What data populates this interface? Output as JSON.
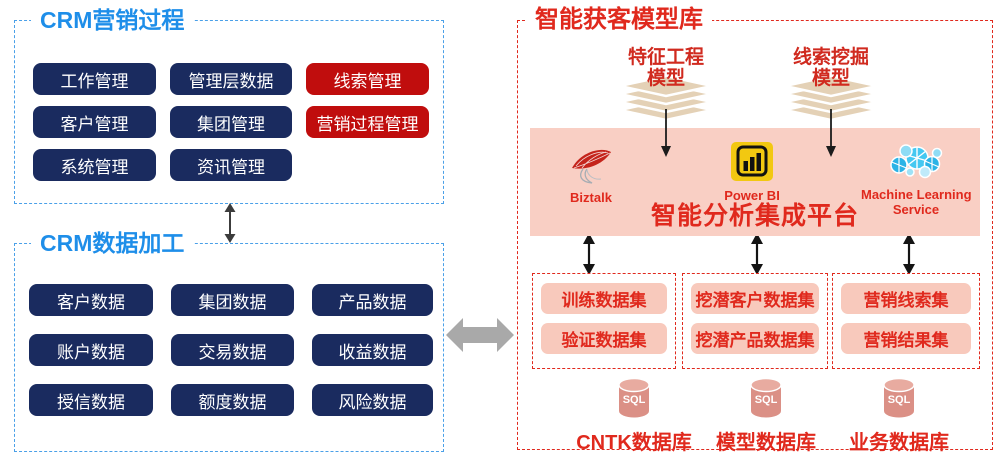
{
  "colors": {
    "navy_button": "#1a2b5f",
    "red_button": "#c00d0d",
    "blue_title": "#1e8ee9",
    "blue_border": "#4aa0e8",
    "red_accent": "#e0291d",
    "pink_band": "#f9cfc4",
    "pink_button": "#f8c9bc",
    "tan_stack": "#e4d1b6",
    "sql_cylinder": "#db9086",
    "gray_arrow": "#a9a9a9",
    "powerbi_yellow": "#f2c811"
  },
  "left_top": {
    "title": "CRM营销过程",
    "buttons": [
      {
        "label": "工作管理"
      },
      {
        "label": "管理层数据"
      },
      {
        "label": "线索管理"
      },
      {
        "label": "客户管理"
      },
      {
        "label": "集团管理"
      },
      {
        "label": "营销过程管理"
      },
      {
        "label": "系统管理"
      },
      {
        "label": "资讯管理"
      }
    ]
  },
  "left_bottom": {
    "title": "CRM数据加工",
    "buttons": [
      {
        "label": "客户数据"
      },
      {
        "label": "集团数据"
      },
      {
        "label": "产品数据"
      },
      {
        "label": "账户数据"
      },
      {
        "label": "交易数据"
      },
      {
        "label": "收益数据"
      },
      {
        "label": "授信数据"
      },
      {
        "label": "额度数据"
      },
      {
        "label": "风险数据"
      }
    ]
  },
  "right": {
    "title": "智能获客模型库",
    "models": [
      {
        "line1": "特征工程",
        "line2": "模型"
      },
      {
        "line1": "线索挖掘",
        "line2": "模型"
      }
    ],
    "platform": {
      "title": "智能分析集成平台",
      "tools": [
        {
          "label": "Biztalk"
        },
        {
          "label": "Power BI"
        },
        {
          "label_line1": "Machine Learning",
          "label_line2": "Service"
        }
      ]
    },
    "datasets": [
      {
        "buttons": [
          "训练数据集",
          "验证数据集"
        ]
      },
      {
        "buttons": [
          "挖潜客户数据集",
          "挖潜产品数据集"
        ]
      },
      {
        "buttons": [
          "营销线索集",
          "营销结果集"
        ]
      }
    ],
    "databases": [
      {
        "icon_text": "SQL",
        "label": "CNTK数据库"
      },
      {
        "icon_text": "SQL",
        "label": "模型数据库"
      },
      {
        "icon_text": "SQL",
        "label": "业务数据库"
      }
    ]
  }
}
